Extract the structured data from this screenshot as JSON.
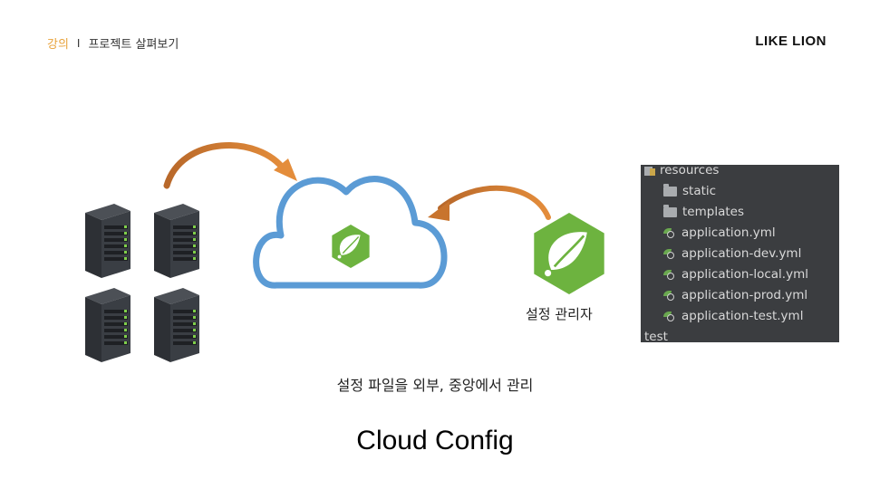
{
  "header": {
    "category": "강의",
    "separator": "I",
    "title": "프로젝트 살펴보기"
  },
  "brand": "LIKE LION",
  "diagram": {
    "manager_label": "설정 관리자",
    "caption": "설정 파일을 외부, 중앙에서 관리",
    "title": "Cloud Config"
  },
  "file_tree": {
    "root": "resources",
    "folders": [
      "static",
      "templates"
    ],
    "files": [
      "application.yml",
      "application-dev.yml",
      "application-local.yml",
      "application-prod.yml",
      "application-test.yml"
    ],
    "next": "test"
  },
  "colors": {
    "accent": "#e8a33d",
    "cloud": "#5b9bd5",
    "spring_green": "#6db33f",
    "arrow_orange": "#d8823a",
    "panel_bg": "#3b3d40"
  },
  "icons": [
    "server-rack-icon",
    "cloud-icon",
    "spring-logo-icon",
    "folder-icon",
    "resources-folder-icon",
    "yml-file-icon",
    "curved-arrow-icon"
  ]
}
